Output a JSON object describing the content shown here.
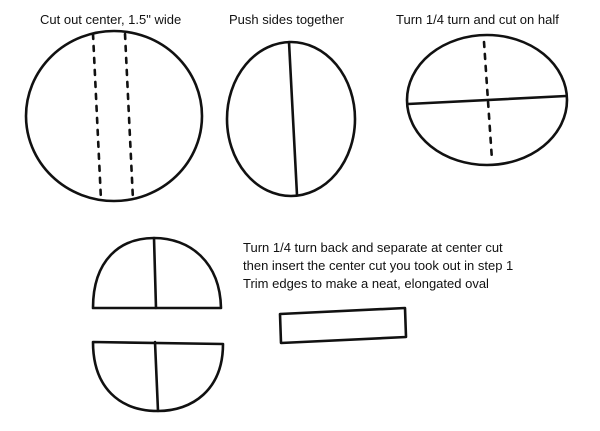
{
  "steps": [
    {
      "label": "Cut out center, 1.5\" wide"
    },
    {
      "label": "Push sides together"
    },
    {
      "label": "Turn 1/4 turn and cut on half"
    }
  ],
  "note": {
    "lines": [
      "Turn 1/4 turn back and separate at center cut",
      "then insert the center cut you took out in step 1",
      "Trim edges to make a neat, elongated oval"
    ]
  },
  "colors": {
    "ink": "#111111",
    "background": "#ffffff"
  }
}
